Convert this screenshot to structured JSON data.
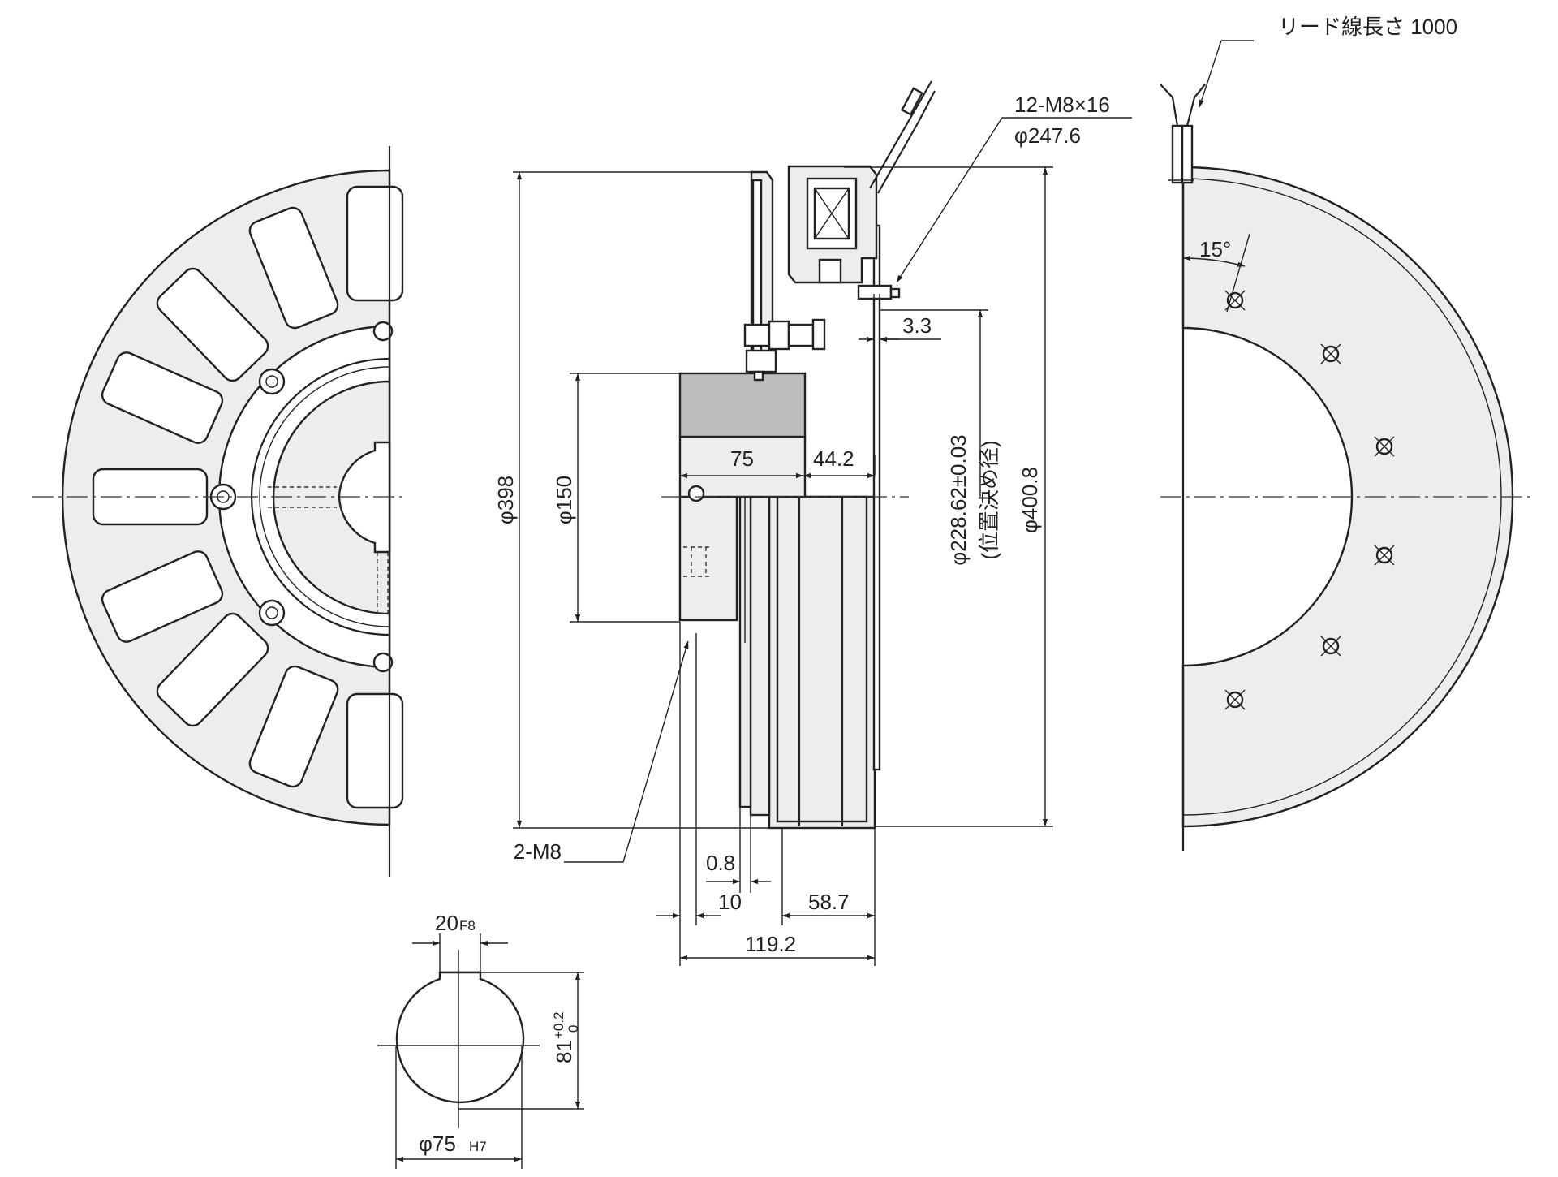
{
  "dimensions": {
    "lead_wire": "リード線長さ 1000",
    "bolts": "12-M8×16",
    "pcd": "φ247.6",
    "gap_3_3": "3.3",
    "len_75": "75",
    "len_44_2": "44.2",
    "dia_398": "φ398",
    "dia_150": "φ150",
    "dia_228": "φ228.62±0.03",
    "dia_228_note": "(位置決め径)",
    "dia_400": "φ400.8",
    "tap_2m8": "2-M8",
    "len_0_8": "0.8",
    "len_10": "10",
    "len_58_7": "58.7",
    "len_119_2": "119.2",
    "angle_15": "15°",
    "key_width": "20",
    "key_width_tol": "F8",
    "key_depth": "81",
    "key_depth_tol_upper": "+0.2",
    "key_depth_tol_lower": "0",
    "bore_dia": "φ75",
    "bore_tol": "H7"
  },
  "colors": {
    "line": "#222222",
    "body_fill": "#ededed",
    "band_fill": "#bdbdbd"
  }
}
